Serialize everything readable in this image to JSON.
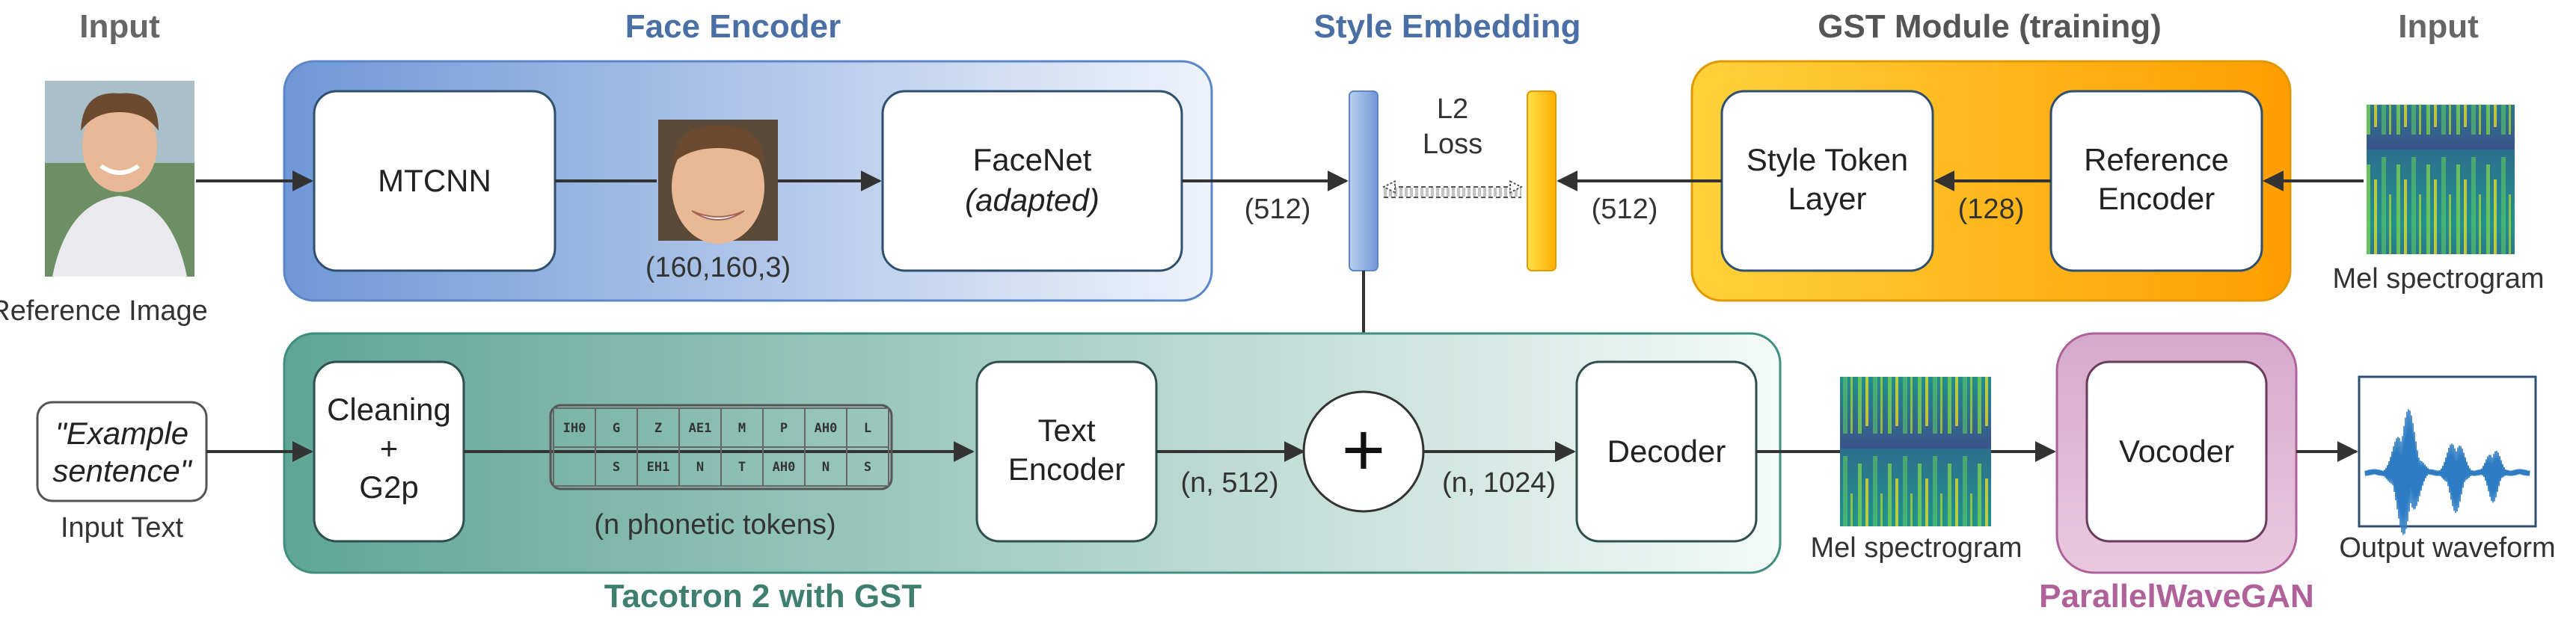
{
  "headers": {
    "input_left": "Input",
    "face_encoder": "Face Encoder",
    "style_embedding": "Style Embedding",
    "gst_module": "GST Module (training)",
    "input_right": "Input",
    "tacotron": "Tacotron 2 with GST",
    "parallel_wavegan": "ParallelWaveGAN"
  },
  "blocks": {
    "mtcnn": "MTCNN",
    "facenet": "FaceNet",
    "facenet_sub": "(adapted)",
    "style_token_1": "Style Token",
    "style_token_2": "Layer",
    "ref_encoder_1": "Reference",
    "ref_encoder_2": "Encoder",
    "cleaning_1": "Cleaning",
    "cleaning_2": "+",
    "cleaning_3": "G2p",
    "text_encoder_1": "Text",
    "text_encoder_2": "Encoder",
    "plus": "+",
    "decoder": "Decoder",
    "vocoder": "Vocoder"
  },
  "labels": {
    "reference_image": "Reference Image",
    "face_dims": "(160,160,3)",
    "dim_512_left": "(512)",
    "l2_loss_1": "L2",
    "l2_loss_2": "Loss",
    "dim_512_right": "(512)",
    "dim_128": "(128)",
    "mel_top": "Mel spectrogram",
    "input_text_1": "\"Example",
    "input_text_2": "sentence\"",
    "input_text_caption": "Input Text",
    "phonetic_tokens": "(n phonetic tokens)",
    "dim_n512": "(n, 512)",
    "dim_n1024": "(n, 1024)",
    "mel_bottom": "Mel spectrogram",
    "output_waveform": "Output waveform"
  },
  "tokens_row1": [
    "IH0",
    "G",
    "Z",
    "AE1",
    "M",
    "P",
    "AH0",
    "L"
  ],
  "tokens_row2": [
    "",
    "S",
    "EH1",
    "N",
    "T",
    "AH0",
    "N",
    "S"
  ],
  "colors": {
    "face_blue": "#5b86c9",
    "gst_orange": "#f5a623",
    "tacotron_teal": "#3f8f7f",
    "wavegan_pink": "#b0619a",
    "waveform_blue": "#2e7dc4"
  }
}
